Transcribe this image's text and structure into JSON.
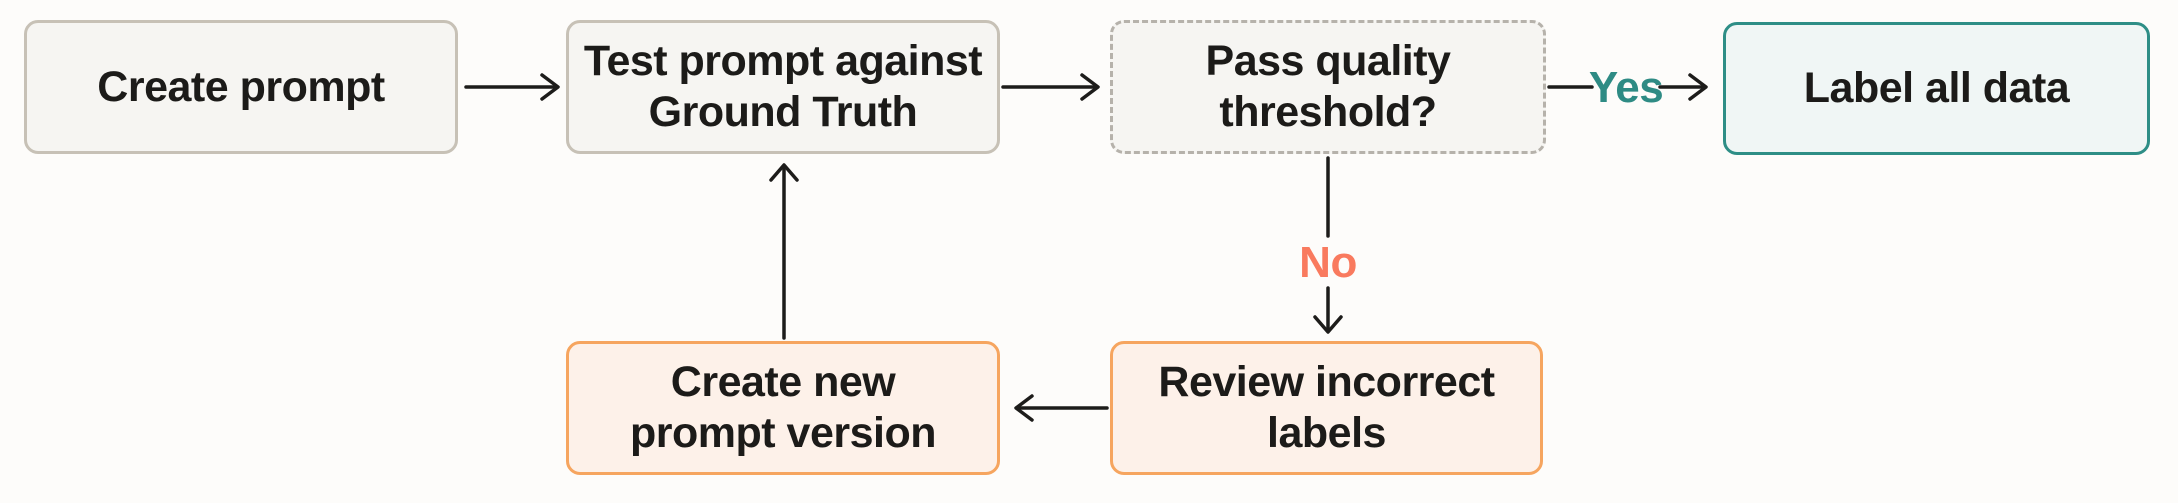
{
  "diagram": {
    "type": "flowchart",
    "nodes": [
      {
        "id": "create-prompt",
        "label": "Create prompt",
        "shape": "process",
        "style": "neutral"
      },
      {
        "id": "test-prompt",
        "label": "Test prompt against\nGround Truth",
        "shape": "process",
        "style": "neutral"
      },
      {
        "id": "pass-quality-threshold",
        "label": "Pass quality\nthreshold?",
        "shape": "decision",
        "style": "dashed"
      },
      {
        "id": "label-all-data",
        "label": "Label all data",
        "shape": "terminal",
        "style": "teal"
      },
      {
        "id": "create-new-prompt-version",
        "label": "Create new\nprompt version",
        "shape": "process",
        "style": "orange"
      },
      {
        "id": "review-incorrect-labels",
        "label": "Review incorrect\nlabels",
        "shape": "process",
        "style": "orange"
      }
    ],
    "edges": [
      {
        "from": "create-prompt",
        "to": "test-prompt",
        "label": ""
      },
      {
        "from": "test-prompt",
        "to": "pass-quality-threshold",
        "label": ""
      },
      {
        "from": "pass-quality-threshold",
        "to": "label-all-data",
        "label": "Yes"
      },
      {
        "from": "pass-quality-threshold",
        "to": "review-incorrect-labels",
        "label": "No"
      },
      {
        "from": "review-incorrect-labels",
        "to": "create-new-prompt-version",
        "label": ""
      },
      {
        "from": "create-new-prompt-version",
        "to": "test-prompt",
        "label": ""
      }
    ],
    "colors": {
      "background": "#fdfcfa",
      "neutral_box_bg": "#f6f5f2",
      "neutral_box_border": "#c7c1b6",
      "dashed_box_border": "#b6b2ab",
      "teal_box_bg": "#f0f6f5",
      "teal_border": "#2e8e86",
      "orange_box_bg": "#fdf1e9",
      "orange_border": "#f6a55f",
      "yes_label": "#2e8b84",
      "no_label": "#f97a5e",
      "arrow": "#1d1c1a",
      "text": "#1c1b19"
    }
  }
}
